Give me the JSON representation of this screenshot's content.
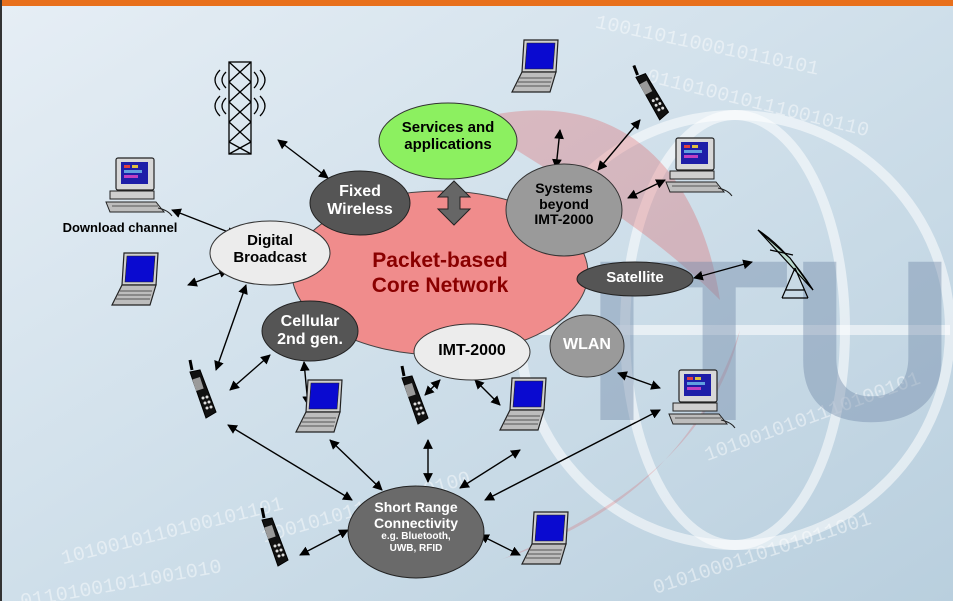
{
  "diagram": {
    "center_label_1": "Packet-based",
    "center_label_2": "Core Network",
    "services_1": "Services and",
    "services_2": "applications",
    "fixed_wireless_1": "Fixed",
    "fixed_wireless_2": "Wireless",
    "beyond_1": "Systems",
    "beyond_2": "beyond",
    "beyond_3": "IMT-2000",
    "digital_broadcast_1": "Digital",
    "digital_broadcast_2": "Broadcast",
    "download_channel": "Download channel",
    "satellite": "Satellite",
    "cellular_1": "Cellular",
    "cellular_2": "2nd gen.",
    "imt2000": "IMT-2000",
    "wlan": "WLAN",
    "short_range_1": "Short Range",
    "short_range_2": "Connectivity",
    "short_range_3": "e.g. Bluetooth,",
    "short_range_4": "UWB, RFID",
    "watermark": "ITU"
  },
  "colors": {
    "orange_bar": "#e8701c",
    "core_pink": "#f08c8c",
    "services_green": "#8cf060",
    "dark_node": "#555555",
    "light_node": "#ececec",
    "grey_node": "#9a9a9a",
    "screen_blue": "#0a0ad0"
  }
}
